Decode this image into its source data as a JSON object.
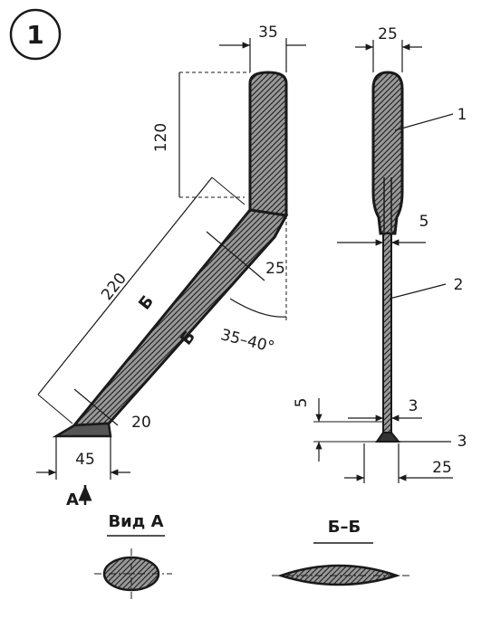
{
  "figure": {
    "number": "1"
  },
  "side_view": {
    "dims": {
      "width_top": "35",
      "vertical": "120",
      "diagonal": "220",
      "handle_width": "25",
      "angle": "35–40°",
      "blade_width": "20",
      "base": "45"
    },
    "section_mark_upper": "Б",
    "section_mark_lower": "Б",
    "view_arrow": "A"
  },
  "front_view": {
    "dims": {
      "top_width": "25",
      "shaft_width": "5",
      "foot_height": "5",
      "foot_thickness": "3",
      "base_width": "25"
    },
    "callouts": [
      "1",
      "2",
      "3"
    ]
  },
  "view_a": {
    "title": "Вид А"
  },
  "section_bb": {
    "title": "Б–Б"
  },
  "colors": {
    "ink": "#1a1a1a",
    "hatch": "#6b6b6b"
  }
}
